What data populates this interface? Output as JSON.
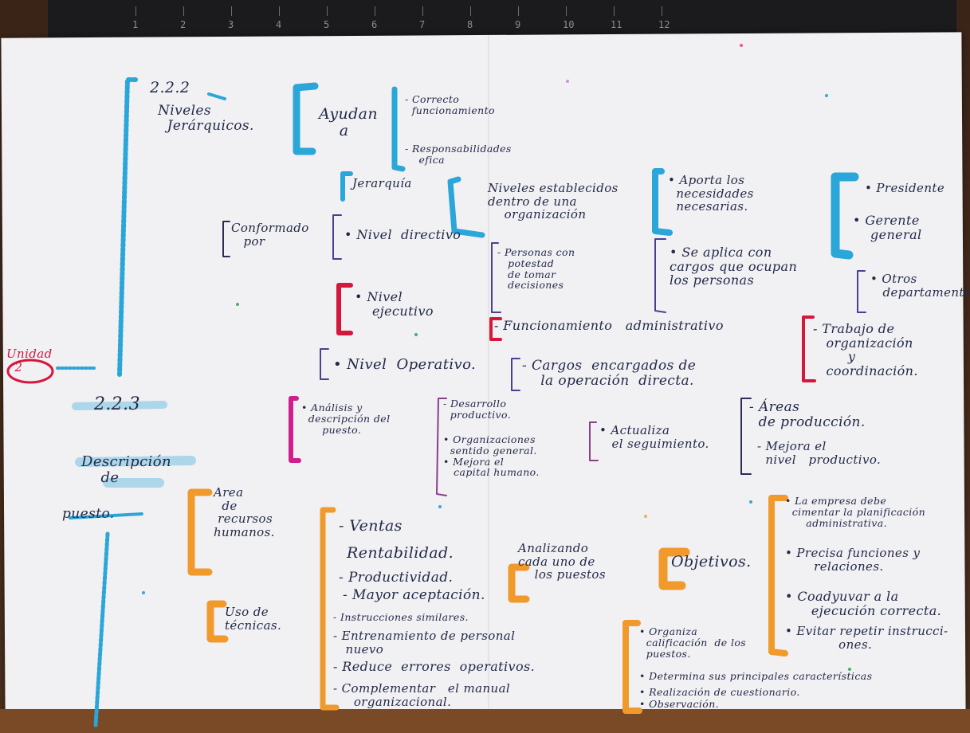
{
  "colors": {
    "ink": "#222a48",
    "blue": "#2aa6d8",
    "orange": "#f19a2c",
    "red": "#d5173e",
    "magenta": "#cf1f8d",
    "purple": "#4b3f8f",
    "paper": "#f1f0f3"
  },
  "ruler": {
    "numbers": [
      "1",
      "2",
      "3",
      "4",
      "5",
      "6",
      "7",
      "8",
      "9",
      "10",
      "11",
      "12"
    ]
  },
  "notes": {
    "section_222": "2.2.2",
    "niveles_title": "Niveles\n  Jerárquicos.",
    "ayudan": "Ayudan\n    a",
    "correcto": "- Correcto\n  funcionamiento",
    "responsabilidades": "- Responsabilidades\n    efica",
    "jerarquia": "Jerarquía",
    "niveles_establecidos": "Niveles establecidos\ndentro de una\n    organización",
    "aporta": "• Aporta los\n  necesidades\n  necesarias.",
    "presidente": "• Presidente",
    "gerente": "• Gerente\n    general",
    "otros": "• Otros\n   departamentos",
    "conformado": "Conformado\n   por",
    "nivel_directivo": "• Nivel  directivo",
    "personas": "- Personas con\n   potestad\n   de tomar\n   decisiones",
    "se_aplica": "• Se aplica con\ncargos que ocupan\nlos personas",
    "nivel_ejecutivo": "• Nivel\n    ejecutivo",
    "funcionamiento_admin": "- Funcionamiento   administrativo",
    "trabajo": "- Trabajo de\n   organización\n        y\n   coordinación.",
    "unidad": "Unidad\n  2",
    "nivel_operativo": "• Nivel  Operativo.",
    "cargos": "- Cargos  encargados de\n    la operación  directa.",
    "section_223": "2.2.3",
    "analisis": "• Análisis y\n  descripción del\n      puesto.",
    "desarrollo": "- Desarrollo\n  productivo.",
    "organizaciones": "• Organizaciones\n  sentido general.\n• Mejora el\n   capital humano.",
    "actualiza": "• Actualiza\n   el seguimiento.",
    "areas": "- Áreas\n  de producción.",
    "mejora": "- Mejora el\n  nivel   productivo.",
    "descripcion": "Descripción\n    de",
    "puesto": "puesto.",
    "area_recursos": "Area\n  de\n recursos\nhumanos.",
    "ventas": "- Ventas",
    "rentabilidad": "Rentabilidad.",
    "productividad": "- Productividad.",
    "mayor_aceptacion": "- Mayor aceptación.",
    "analizando": "Analizando\ncada uno de\n    los puestos",
    "objetivos": "Objetivos.",
    "la_empresa": "• La empresa debe\n  cimentar la planificación\n      administrativa.",
    "precisa": "• Precisa funciones y\n       relaciones.",
    "coadyuvar": "• Coadyuvar a la\n      ejecución correcta.",
    "evitar": "• Evitar repetir instrucci-\n             ones.",
    "uso_tecnicas": "Uso de\ntécnicas.",
    "instrucciones": "- Instrucciones similares.",
    "entrenamiento": "- Entrenamiento de personal\n   nuevo",
    "reduce": "- Reduce  errores  operativos.",
    "complementar": "- Complementar   el manual\n     organizacional.",
    "organiza": "• Organiza\n  calificación  de los\n  puestos.",
    "determina": "• Determina sus principales características",
    "realizacion": "• Realización de cuestionario.",
    "observacion": "• Observación."
  }
}
